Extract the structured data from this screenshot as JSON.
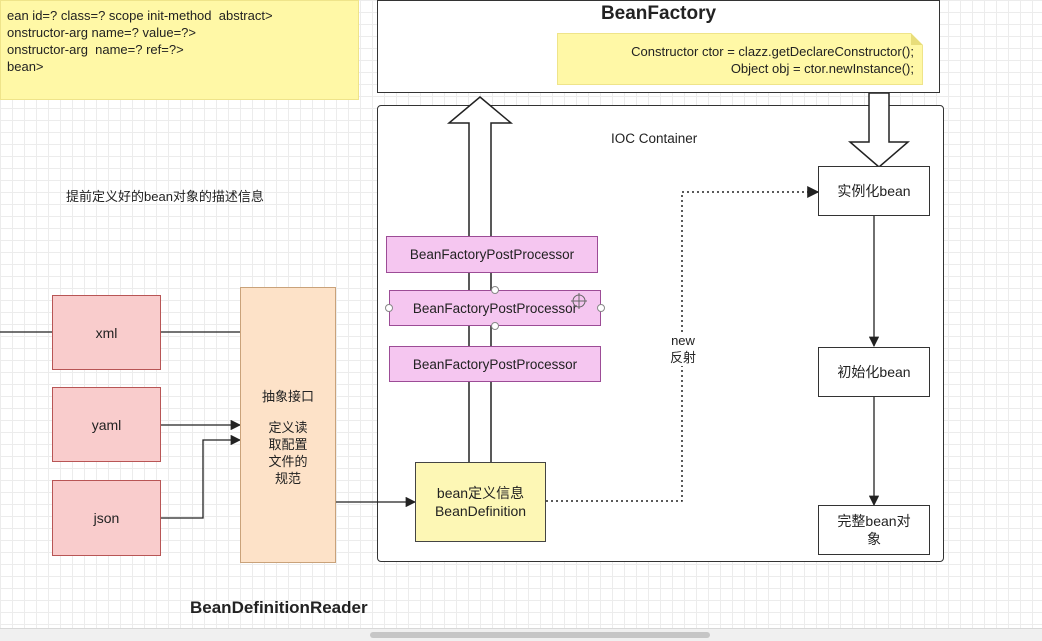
{
  "note_left": {
    "lines": [
      "ean id=? class=? scope init-method  abstract>",
      "onstructor-arg name=? value=?>",
      "onstructor-arg  name=? ref=?>",
      "bean>"
    ]
  },
  "desc_label": "提前定义好的bean对象的描述信息",
  "sources": [
    "xml",
    "yaml",
    "json"
  ],
  "reader": {
    "title": "抽象接口",
    "desc": "定义读取配置文件的规范",
    "label": "BeanDefinitionReader"
  },
  "factory": {
    "title": "BeanFactory",
    "note_lines": [
      "Constructor ctor = clazz.getDeclareConstructor();",
      "Object obj = ctor.newInstance();"
    ]
  },
  "container": {
    "title": "IOC  Container",
    "post_processors": [
      "BeanFactoryPostProcessor",
      "BeanFactoryPostProcessor",
      "BeanFactoryPostProcessor"
    ],
    "bean_definition": [
      "bean定义信息",
      "BeanDefinition"
    ],
    "new_label": [
      "new",
      "反射"
    ],
    "lifecycle": [
      "实例化bean",
      "初始化bean",
      "完整bean对象"
    ]
  }
}
